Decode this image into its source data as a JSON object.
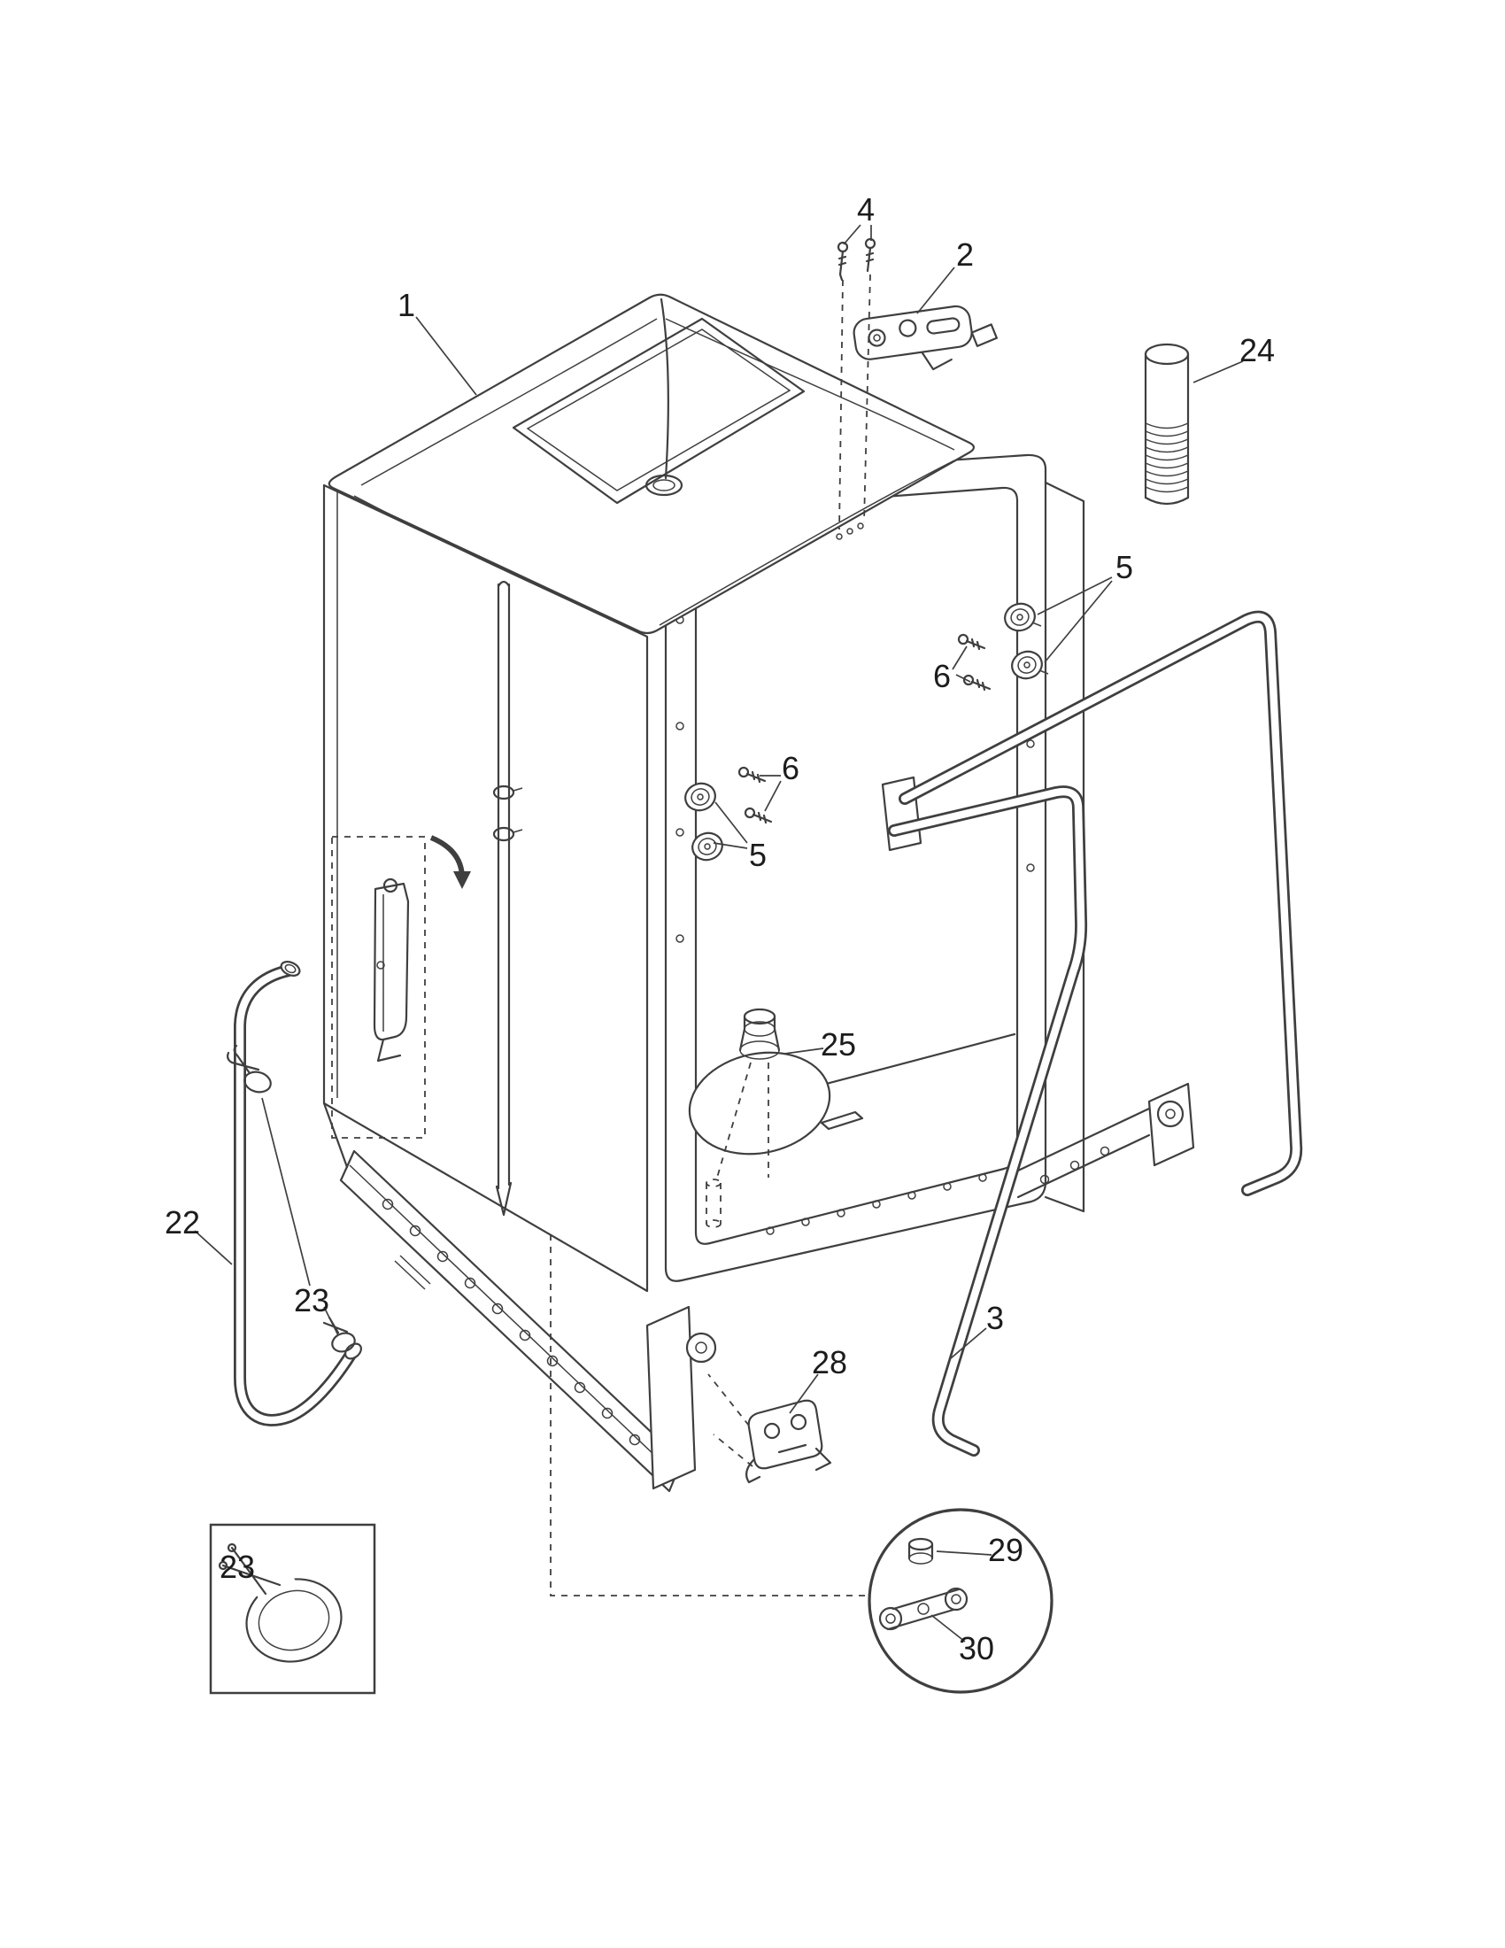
{
  "diagram": {
    "background_color": "#ffffff",
    "line_color": "#3f3f3f",
    "callouts": [
      {
        "id": "tub",
        "label": "1"
      },
      {
        "id": "latch-screws",
        "label": "4"
      },
      {
        "id": "latch-bracket",
        "label": "2"
      },
      {
        "id": "threaded-stud",
        "label": "24"
      },
      {
        "id": "rollers-upper",
        "label": "5"
      },
      {
        "id": "roller-screws-upper",
        "label": "6"
      },
      {
        "id": "roller-screws-lower",
        "label": "6"
      },
      {
        "id": "rollers-lower",
        "label": "5"
      },
      {
        "id": "pump-dome",
        "label": "25"
      },
      {
        "id": "drain-hose",
        "label": "22"
      },
      {
        "id": "hose-clamps",
        "label": "23"
      },
      {
        "id": "frame-leg",
        "label": "3"
      },
      {
        "id": "junction-part",
        "label": "28"
      },
      {
        "id": "clamp-inset",
        "label": "23"
      },
      {
        "id": "cap-part",
        "label": "29"
      },
      {
        "id": "link-bracket",
        "label": "30"
      }
    ]
  }
}
